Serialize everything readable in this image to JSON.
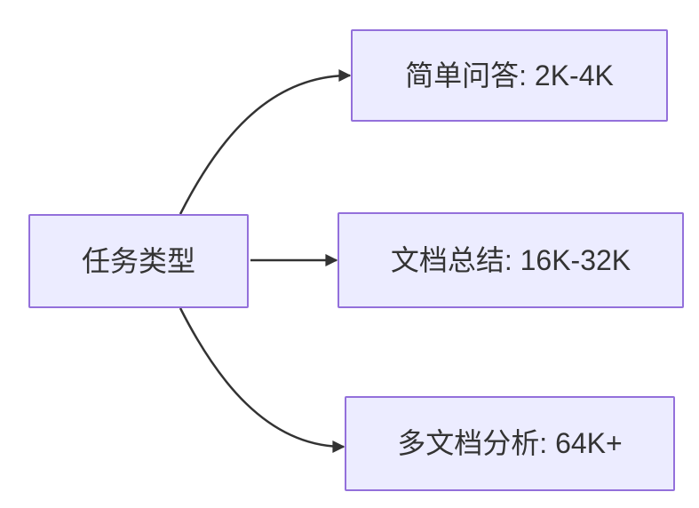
{
  "diagram": {
    "type": "flowchart",
    "direction": "left-to-right",
    "background_color": "#ffffff",
    "node_fill_color": "#ECECFF",
    "node_border_color": "#9370DB",
    "edge_color": "#333333",
    "text_color": "#333333",
    "nodes": [
      {
        "id": "root",
        "label": "任务类型"
      },
      {
        "id": "simple-qa",
        "label": "简单问答: 2K-4K"
      },
      {
        "id": "doc-summary",
        "label": "文档总结: 16K-32K"
      },
      {
        "id": "multi-doc",
        "label": "多文档分析: 64K+"
      }
    ],
    "edges": [
      {
        "from": "root",
        "to": "simple-qa"
      },
      {
        "from": "root",
        "to": "doc-summary"
      },
      {
        "from": "root",
        "to": "multi-doc"
      }
    ]
  }
}
